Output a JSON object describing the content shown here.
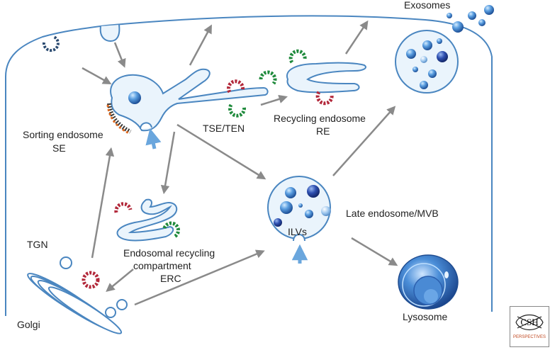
{
  "labels": {
    "exosomes": "Exosomes",
    "sorting_endosome_line1": "Sorting endosome",
    "sorting_endosome_line2": "SE",
    "tse_ten": "TSE/TEN",
    "recycling_endosome_line1": "Recycling endosome",
    "recycling_endosome_line2": "RE",
    "late_endosome": "Late endosome/MVB",
    "ilvs": "ILVs",
    "tgn": "TGN",
    "erc_line1": "Endosomal recycling",
    "erc_line2": "compartment",
    "erc_line3": "ERC",
    "golgi": "Golgi",
    "lysosome": "Lysosome"
  },
  "logo": {
    "text_top": "CSH",
    "text_bottom": "PERSPECTIVES"
  },
  "colors": {
    "membrane": "#4a86c0",
    "arrow_gray": "#8a8a8a",
    "arrow_blue": "#6aa6dd",
    "vesicle_blue": "#3b78c4",
    "receptor_red": "#b2283a",
    "receptor_green": "#1f8a3c",
    "receptor_navy": "#2a4a70",
    "clathrin_orange": "#e06a1f"
  }
}
